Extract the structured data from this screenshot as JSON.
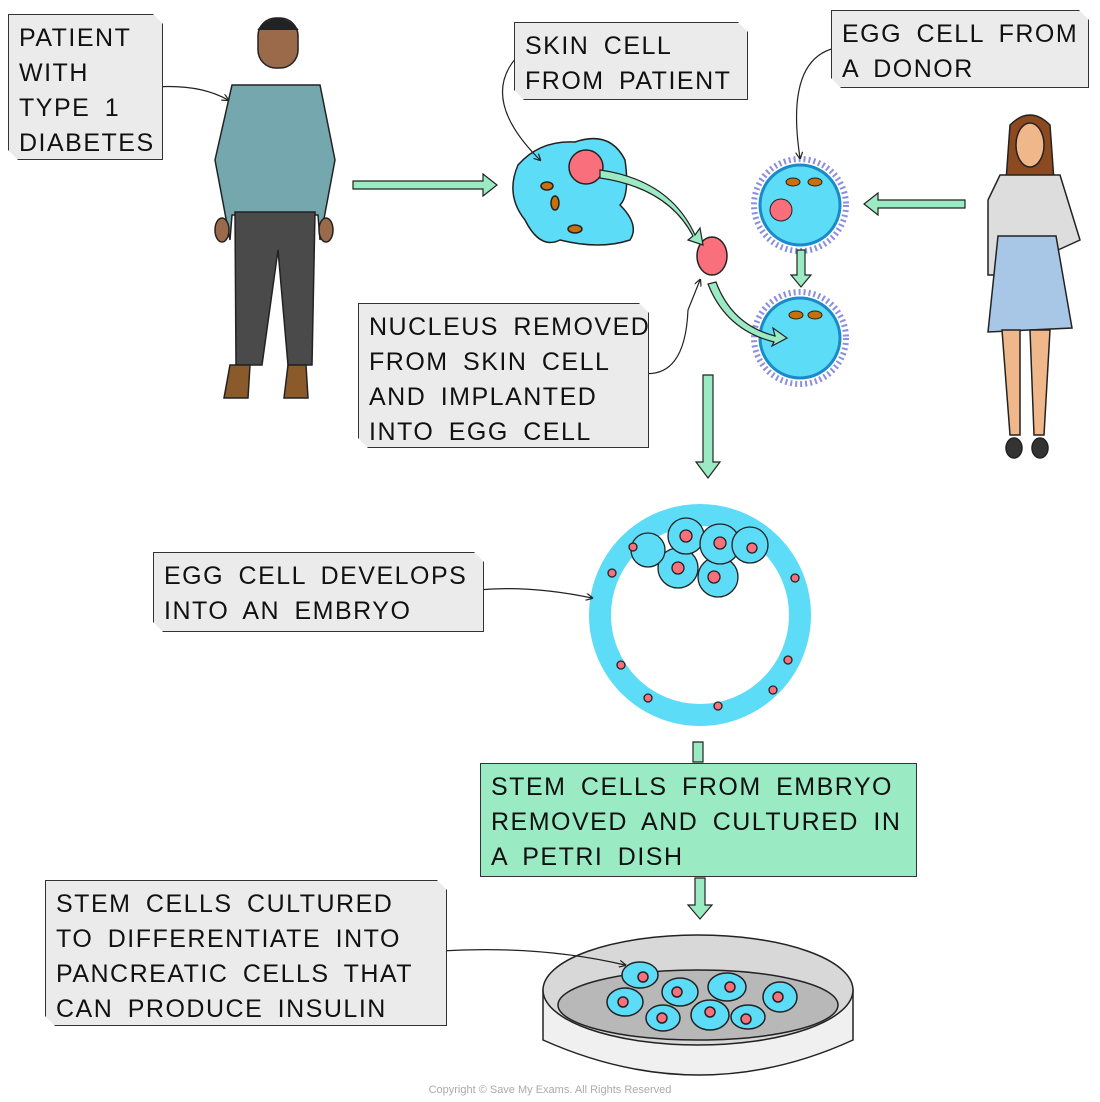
{
  "labels": {
    "patient": [
      "PATIENT",
      "WITH",
      "TYPE 1",
      "DIABETES"
    ],
    "skin_cell": [
      "SKIN CELL",
      "FROM PATIENT"
    ],
    "egg_cell": [
      "EGG CELL FROM",
      "A DONOR"
    ],
    "nucleus": [
      "NUCLEUS REMOVED",
      "FROM SKIN CELL",
      "AND IMPLANTED",
      "INTO EGG CELL"
    ],
    "embryo": [
      "EGG CELL DEVELOPS",
      "INTO AN EMBRYO"
    ],
    "stem_cells": [
      "STEM CELLS FROM EMBRYO",
      "REMOVED AND CULTURED IN",
      "A PETRI DISH"
    ],
    "cultured": [
      "STEM CELLS CULTURED",
      "TO DIFFERENTIATE INTO",
      "PANCREATIC CELLS THAT",
      "CAN PRODUCE INSULIN"
    ]
  },
  "copyright": "Copyright © Save My Exams. All Rights Reserved",
  "colors": {
    "label_bg": "#ebebeb",
    "highlight_bg": "#9aeac4",
    "cell": "#5ddcf7",
    "nucleus": "#f9707c",
    "arrow": "#9aeac4"
  }
}
